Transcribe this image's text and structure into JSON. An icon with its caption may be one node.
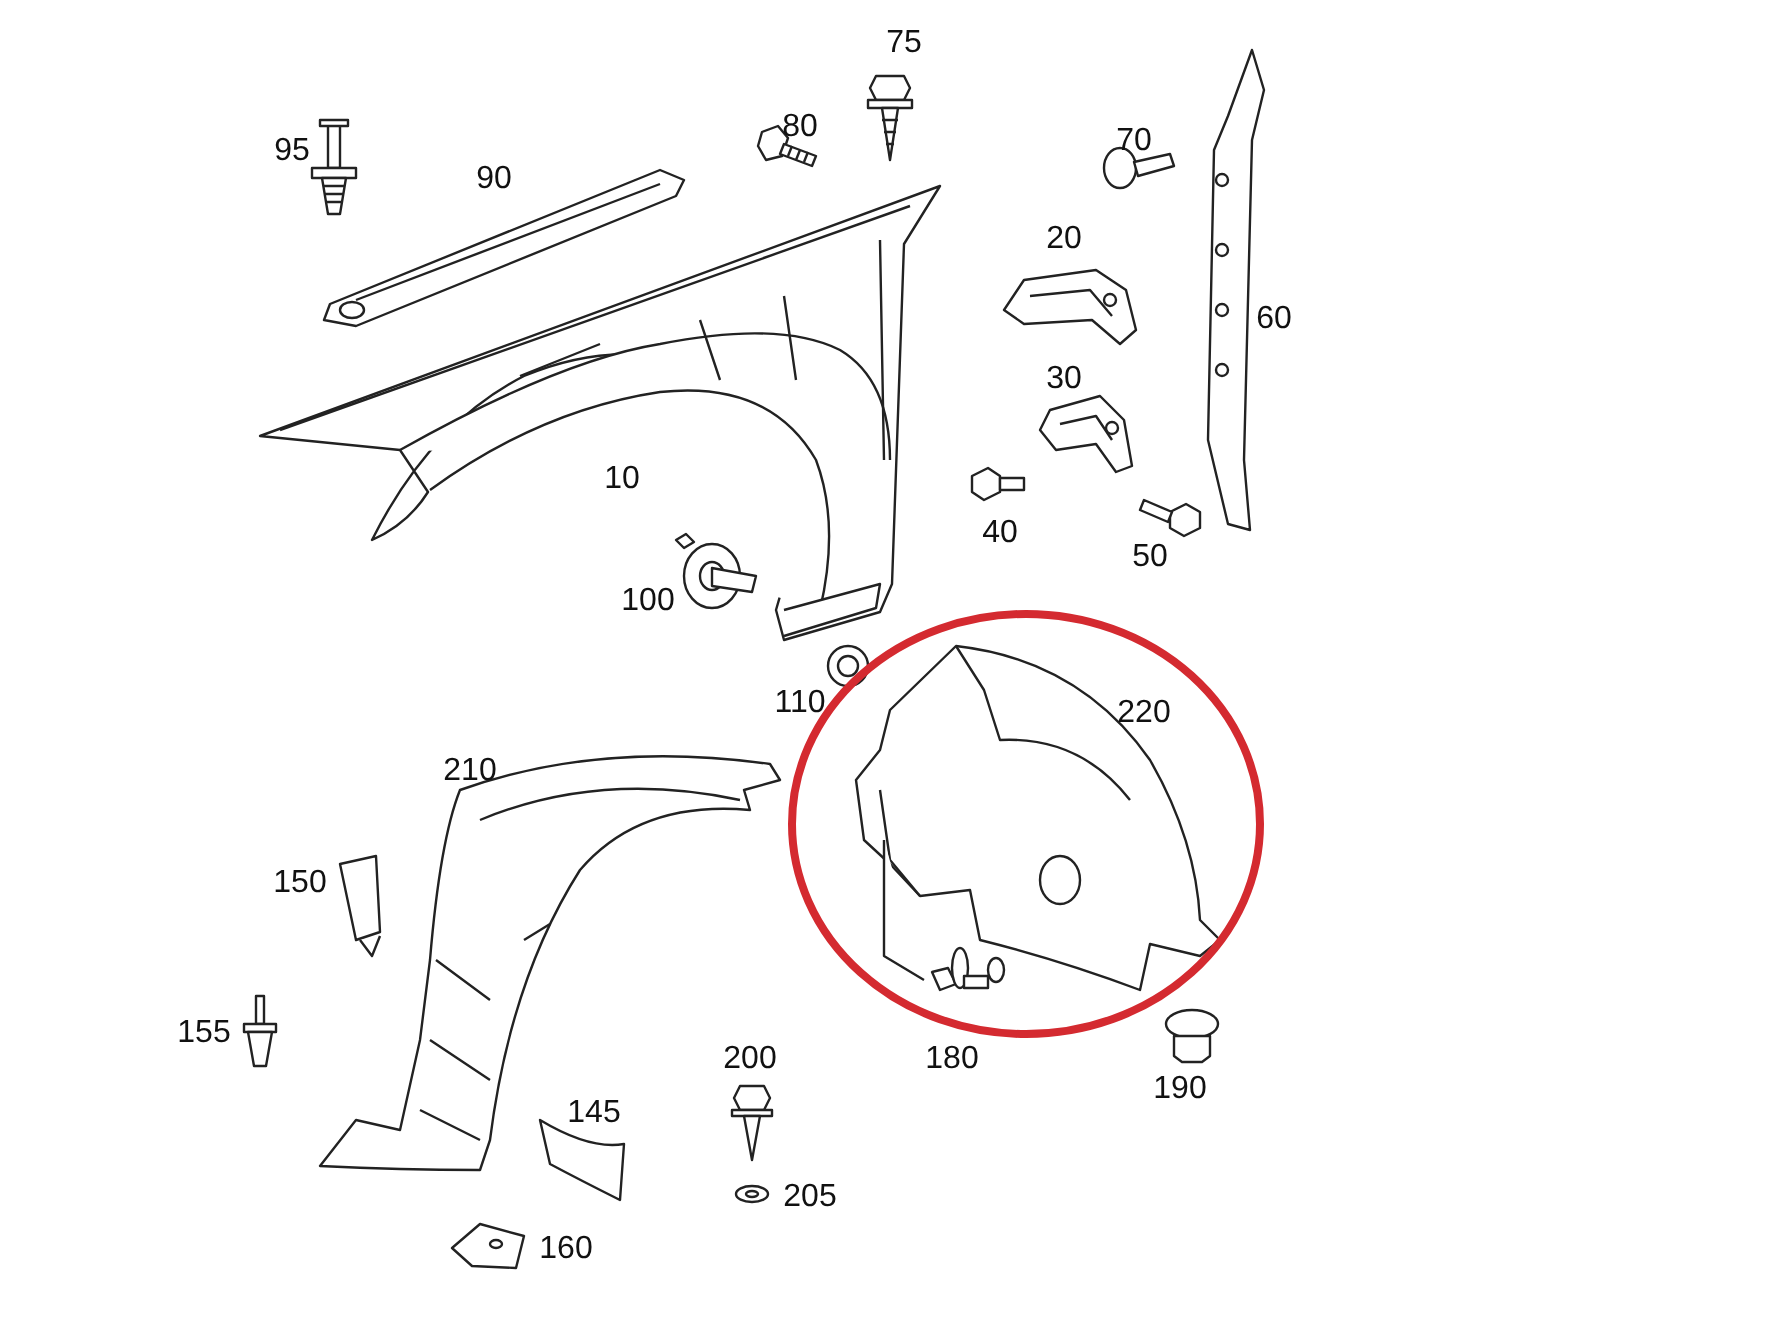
{
  "diagram": {
    "labels": [
      "75",
      "95",
      "80",
      "90",
      "70",
      "20",
      "60",
      "30",
      "10",
      "40",
      "50",
      "100",
      "110",
      "220",
      "210",
      "150",
      "155",
      "200",
      "180",
      "190",
      "145",
      "205",
      "160"
    ]
  }
}
